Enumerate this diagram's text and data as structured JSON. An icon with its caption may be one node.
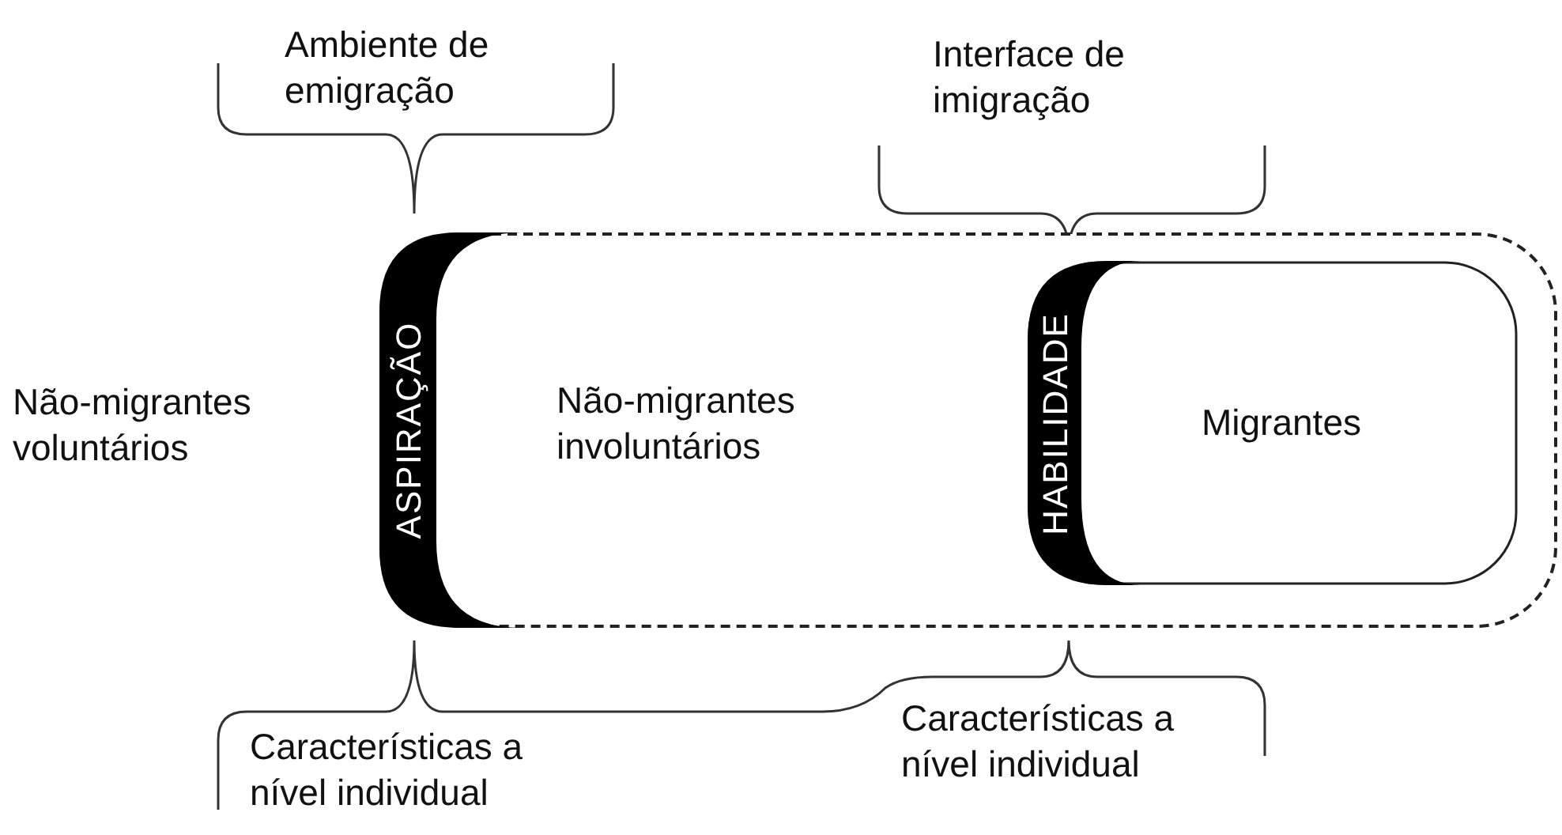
{
  "diagram": {
    "nodes": [
      {
        "text": [
          "Não-migrantes involuntários"
        ]
      },
      {
        "text": [
          "ASPIRAÇÃO"
        ],
        "in": 0
      },
      {
        "text": [
          "Migrantes"
        ],
        "in": 0
      },
      {
        "text": [
          "HABILIDADE"
        ],
        "in": 2
      }
    ],
    "labels": [
      "Ambiente de emigração",
      "Interface de imigração",
      "Não-migrantes voluntários",
      "Características a nível individual",
      "Características a nível individual"
    ]
  }
}
